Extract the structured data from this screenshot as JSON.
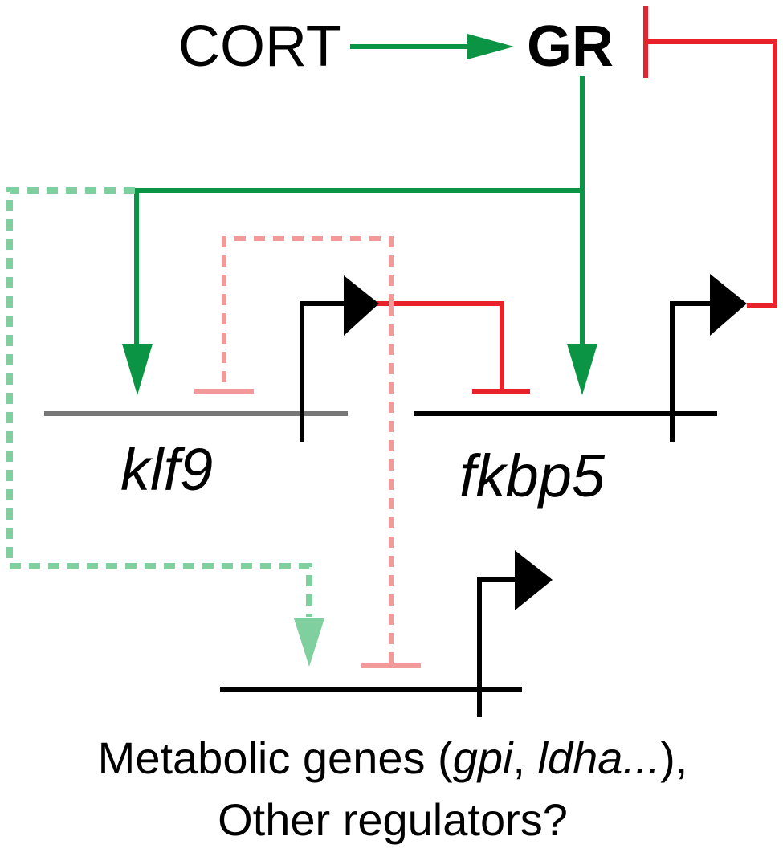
{
  "nodes": {
    "cort": "CORT",
    "gr": "GR",
    "klf9": "klf9",
    "fkbp5": "fkbp5"
  },
  "caption": {
    "line1_prefix": "Metabolic genes (",
    "gene_a": "gpi",
    "separator": ", ",
    "gene_b": "ldha...",
    "line1_suffix": "),",
    "line2": "Other regulators?"
  },
  "colors": {
    "activation": "#0a9444",
    "inhibition": "#e8222a",
    "activation_hypothetical": "#7fcf9f",
    "inhibition_hypothetical": "#f29a9a",
    "gene_line": "#000000",
    "klf9_line": "#777777"
  }
}
